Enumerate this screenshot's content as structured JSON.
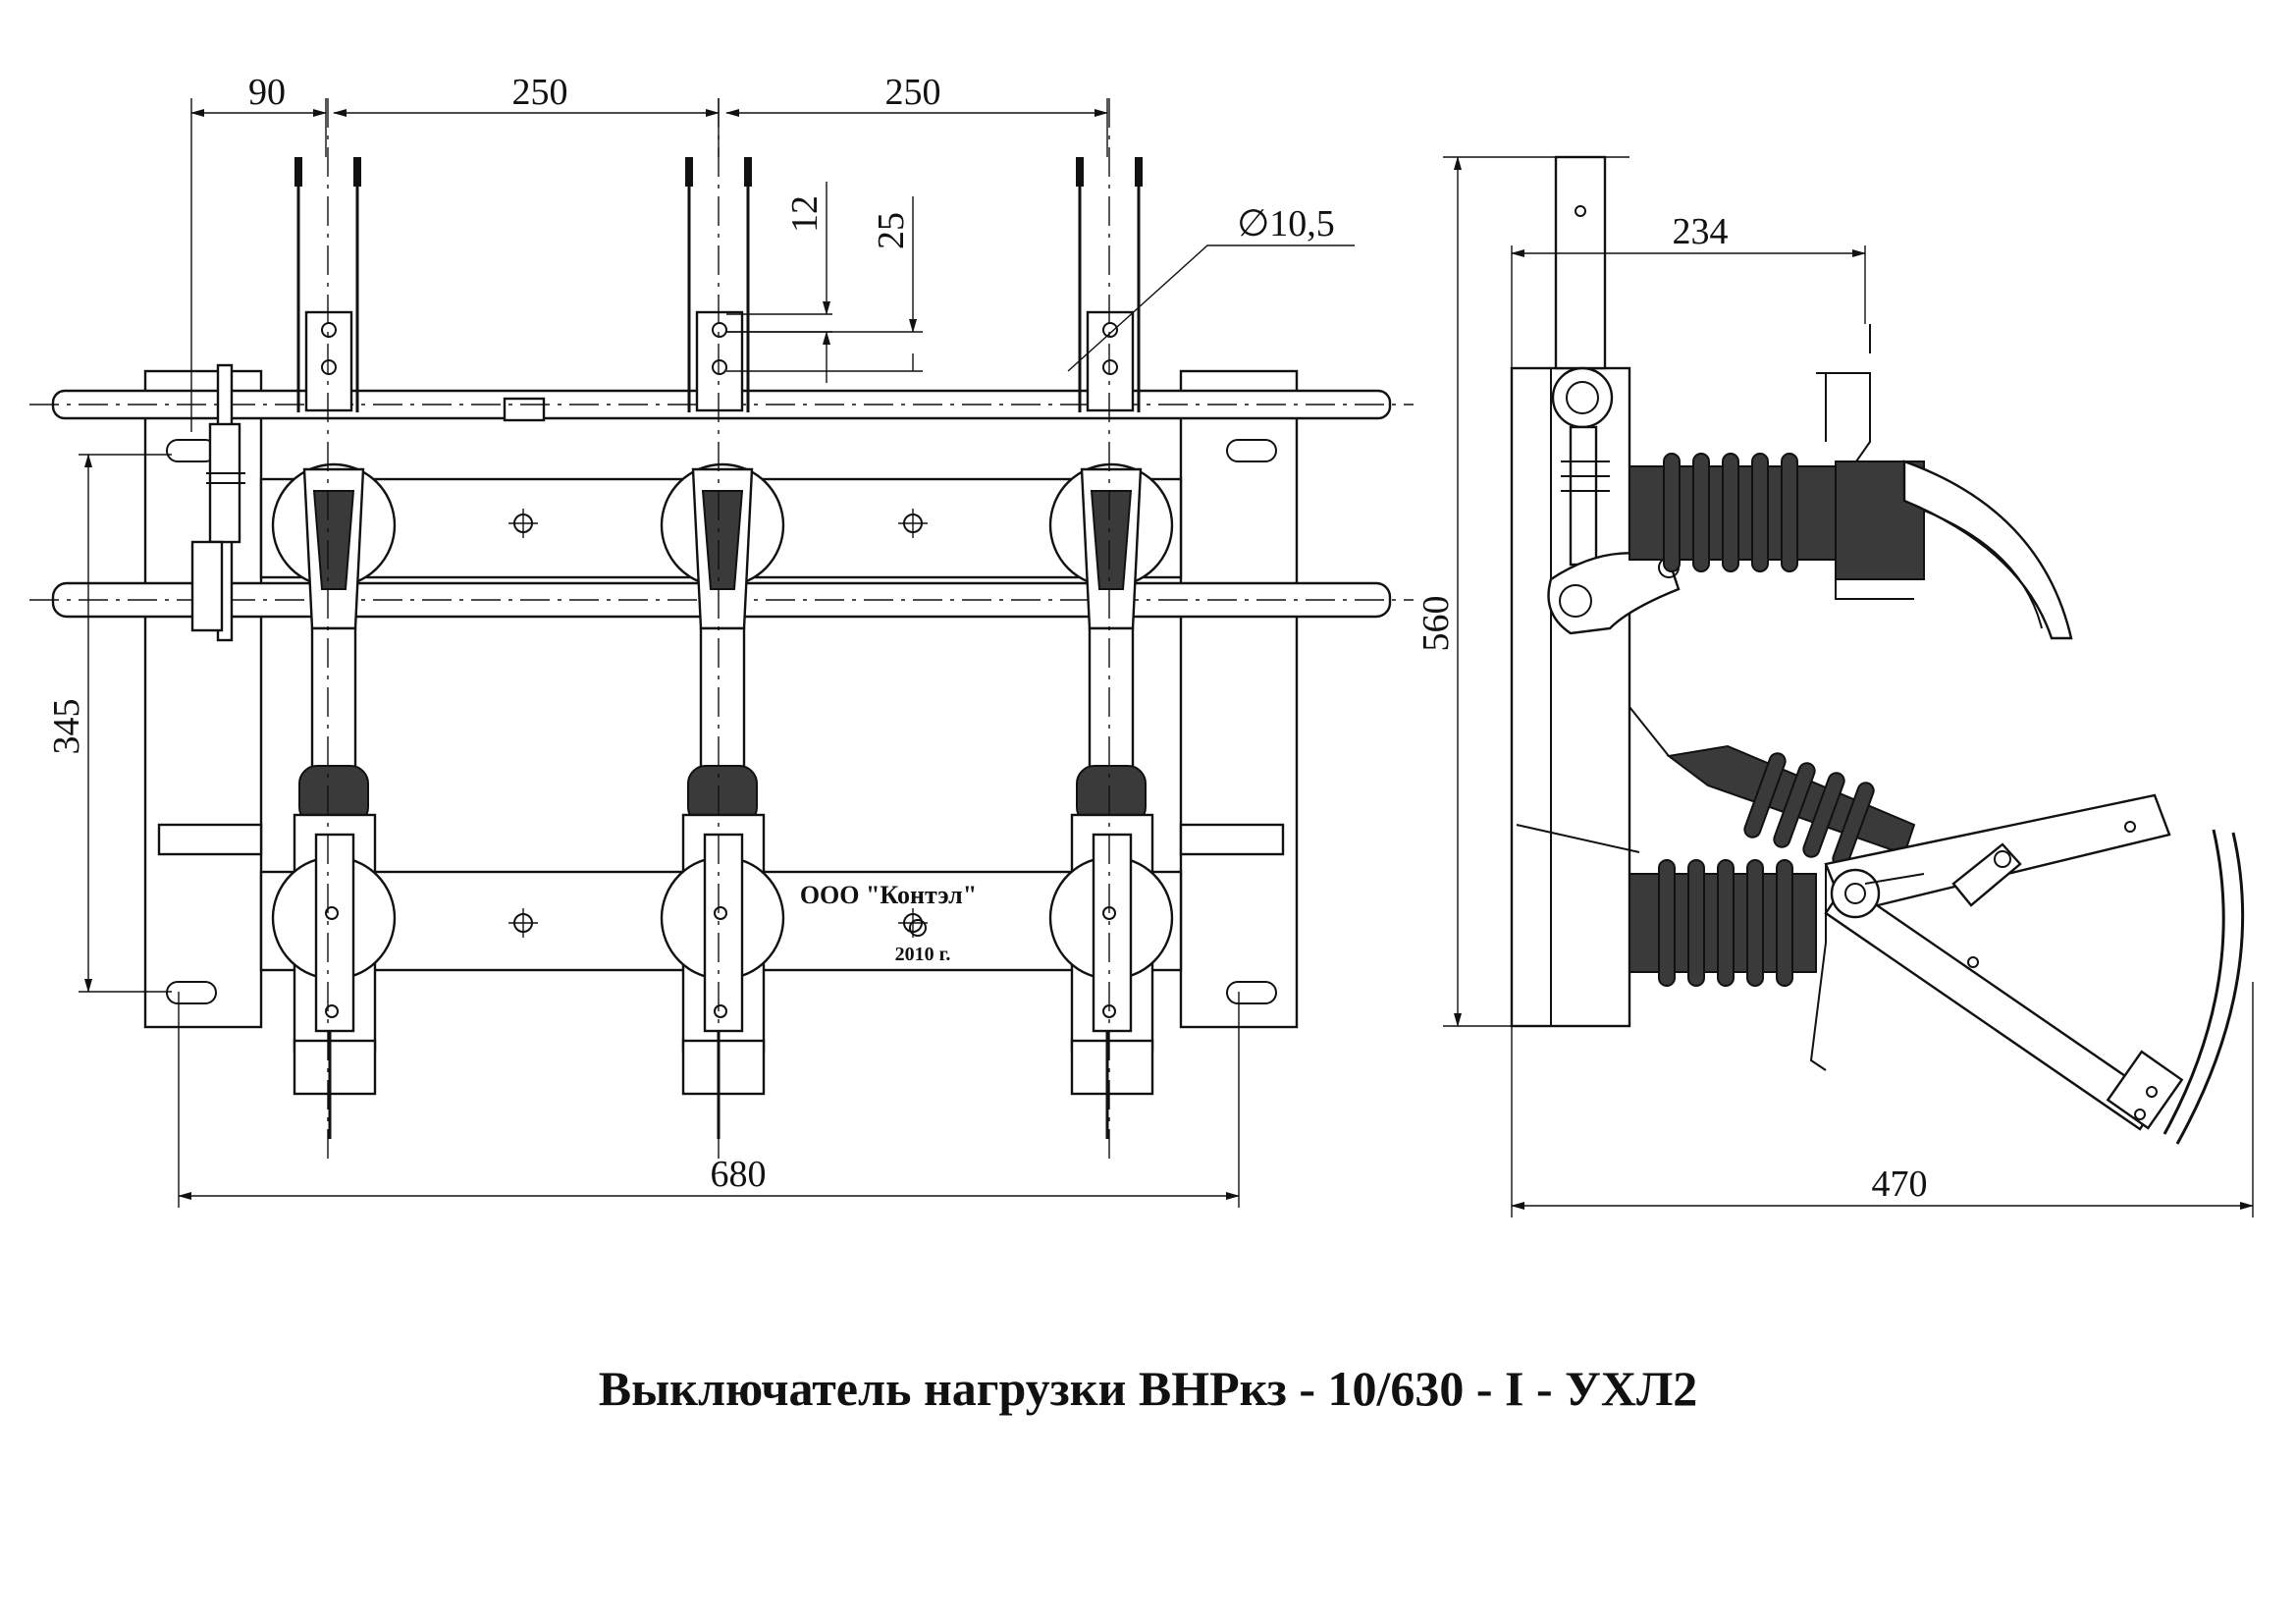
{
  "title": "Выключатель нагрузки ВНРкз - 10/630 - I - УХЛ2",
  "manufacturer": "ООО \"Контэл\"",
  "year": "2010 г.",
  "front_view": {
    "dimensions": {
      "left_offset": "90",
      "pole_spacing_1": "250",
      "pole_spacing_2": "250",
      "hole_offset_12": "12",
      "hole_offset_25": "25",
      "hole_diameter": "∅10,5",
      "mounting_height": "345",
      "overall_width": "680"
    }
  },
  "side_view": {
    "dimensions": {
      "depth_top": "234",
      "overall_height": "560",
      "overall_depth": "470"
    }
  }
}
